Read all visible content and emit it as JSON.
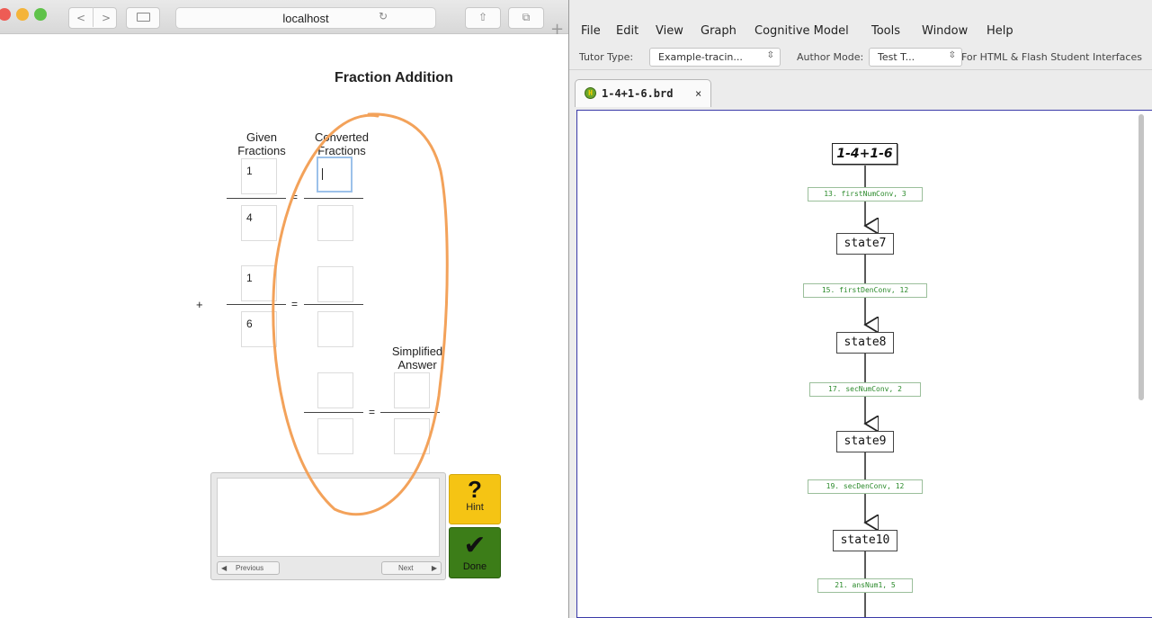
{
  "browser": {
    "url": "localhost",
    "colors": {
      "close": "#ee5c55",
      "minimize": "#f4b43a",
      "zoom": "#5fc249"
    },
    "icons": {
      "back": "chevron-left-icon",
      "forward": "chevron-right-icon",
      "sidebar": "sidebar-icon",
      "reload": "reload-icon",
      "share": "share-icon",
      "tabs": "tabs-icon",
      "new_tab": "plus-icon"
    }
  },
  "tutor": {
    "title": "Fraction Addition",
    "headers": {
      "given": "Given\nFractions",
      "converted": "Converted\nFractions",
      "simplified": "Simplified\nAnswer"
    },
    "given": {
      "num1": "1",
      "den1": "4",
      "num2": "1",
      "den2": "6"
    },
    "converted": {
      "num1": "",
      "den1": "",
      "num2": "",
      "den2": ""
    },
    "sum": {
      "num": "",
      "den": ""
    },
    "answer": {
      "num": "",
      "den": ""
    },
    "operator": "+",
    "equals": "=",
    "feedback": {
      "text": "",
      "previous": "Previous",
      "next": "Next"
    },
    "hint": {
      "symbol": "?",
      "label": "Hint"
    },
    "done": {
      "symbol": "✔",
      "label": "Done"
    },
    "colors": {
      "hint": "#f5c414",
      "done": "#3c7d18",
      "annotation": "#f3a25a"
    }
  },
  "ctat": {
    "menu": [
      "File",
      "Edit",
      "View",
      "Graph",
      "Cognitive Model",
      "Tools",
      "Window",
      "Help"
    ],
    "toolbar": {
      "tutor_type_label": "Tutor Type:",
      "tutor_type_value": "Example-tracin...",
      "author_mode_label": "Author Mode:",
      "author_mode_value": "Test T...",
      "interfaces_text": "For HTML & Flash Student Interfaces"
    },
    "tab": {
      "name": "1-4+1-6.brd",
      "close": "×"
    },
    "graph": {
      "start_node": "1-4+1-6",
      "states": [
        "state7",
        "state8",
        "state9",
        "state10"
      ],
      "edges": [
        "13. firstNumConv, 3",
        "15. firstDenConv, 12",
        "17. secNumConv, 2",
        "19. secDenConv, 12",
        "21. ansNum1, 5"
      ]
    }
  }
}
